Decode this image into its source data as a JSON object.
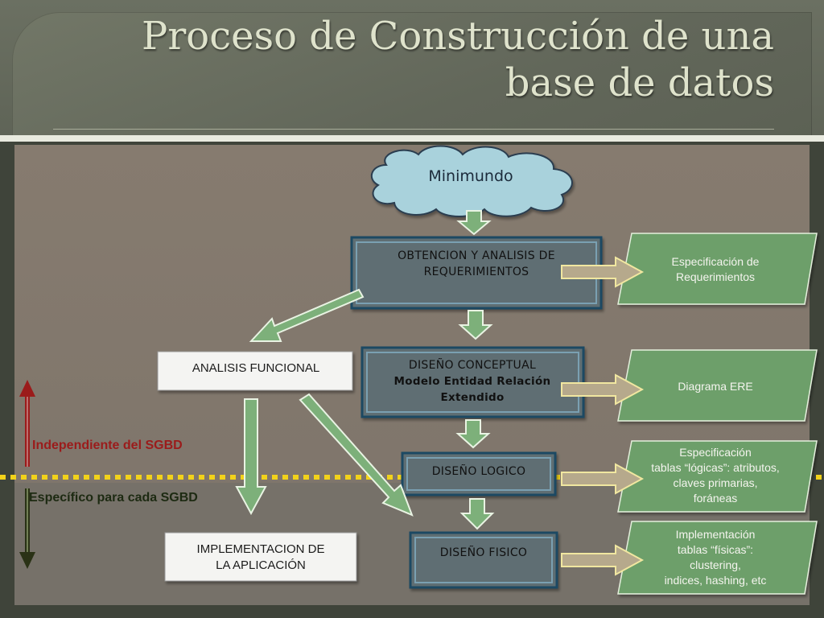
{
  "slide": {
    "title_line1": "Proceso de Construcción de una",
    "title_line2": "base de datos"
  },
  "diagram": {
    "start": {
      "label": "Minimundo"
    },
    "steps": [
      {
        "line1": "OBTENCION Y ANALISIS DE",
        "line2": "REQUERIMIENTOS",
        "line3": ""
      },
      {
        "line1": "DISEÑO CONCEPTUAL",
        "line2": "Modelo Entidad Relación",
        "line3": "Extendido"
      },
      {
        "line1": "DISEÑO LOGICO",
        "line2": "",
        "line3": ""
      },
      {
        "line1": "DISEÑO FISICO",
        "line2": "",
        "line3": ""
      }
    ],
    "outputs": [
      {
        "line1": "Especificación de",
        "line2": "Requerimientos",
        "line3": "",
        "line4": ""
      },
      {
        "line1": "Diagrama ERE",
        "line2": "",
        "line3": "",
        "line4": ""
      },
      {
        "line1": "Especificación",
        "line2": "tablas “lógicas”:  atributos,",
        "line3": "claves primarias,",
        "line4": "foráneas"
      },
      {
        "line1": "Implementación",
        "line2": "tablas “físicas”:",
        "line3": "clustering,",
        "line4": "indices, hashing, etc"
      }
    ],
    "functional": {
      "analysis": "ANALISIS FUNCIONAL",
      "implementation_line1": "IMPLEMENTACION DE",
      "implementation_line2": "LA APLICACIÓN"
    },
    "sides": {
      "independent": "Independiente del SGBD",
      "specific": "Específico para cada SGBD"
    },
    "colors": {
      "process_box": "#5e6e73",
      "output_box": "#6d9f6b",
      "cloud": "#a9d2dc",
      "arrow_fill": "#7db07a",
      "divider": "#f2d21a",
      "independent_text": "#9b1b1b",
      "specific_text": "#1d2a12"
    }
  }
}
